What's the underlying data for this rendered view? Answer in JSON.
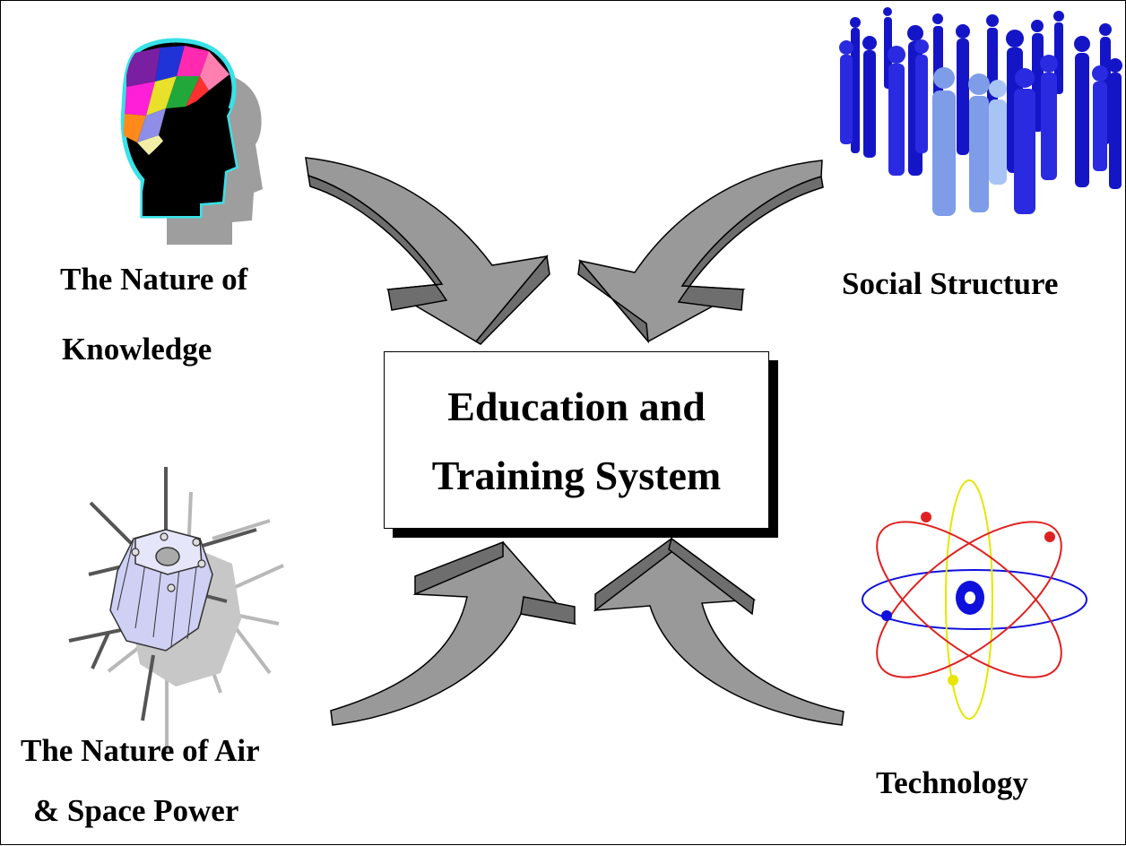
{
  "diagram": {
    "center": {
      "line1": "Education and",
      "line2": "Training System"
    },
    "knowledge": {
      "line1": "The Nature of",
      "line2": "Knowledge",
      "icon": "head-icon"
    },
    "social": {
      "line1": "Social Structure",
      "icon": "people-icon"
    },
    "airspace": {
      "line1": "The Nature of Air",
      "line2": "& Space Power",
      "icon": "satellite-icon"
    },
    "technology": {
      "line1": "Technology",
      "icon": "atom-icon"
    },
    "colors": {
      "arrow": "#999999",
      "atom_red": "#e02020",
      "atom_yellow": "#e6e600",
      "atom_blue": "#1010dd",
      "people_blue": "#2a2ae0"
    }
  }
}
